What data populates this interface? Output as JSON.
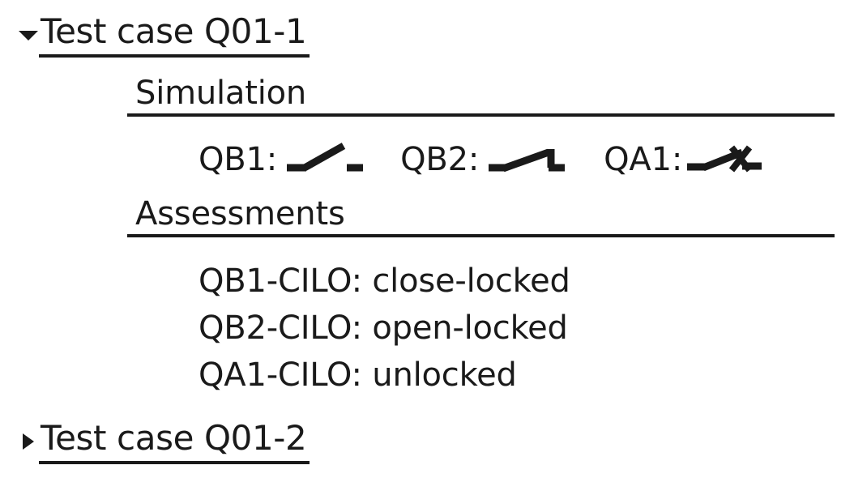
{
  "page": {
    "background_color": "#ffffff",
    "text_color": "#1a1a1a",
    "rule_color": "#1a1a1a"
  },
  "test_cases": [
    {
      "id": "Q01-1",
      "title": "Test case Q01-1",
      "expanded": true,
      "twisty_icon": "triangle-down-icon",
      "sections": [
        {
          "name": "simulation",
          "title": "Simulation",
          "devices": [
            {
              "label": "QB1:",
              "name": "QB1",
              "symbol": "switch-open-icon",
              "state": "open"
            },
            {
              "label": "QB2:",
              "name": "QB2",
              "symbol": "switch-closed-icon",
              "state": "closed"
            },
            {
              "label": "QA1:",
              "name": "QA1",
              "symbol": "circuit-breaker-closed-icon",
              "state": "closed"
            }
          ]
        },
        {
          "name": "assessments",
          "title": "Assessments",
          "results": [
            {
              "label": "QB1-CILO:",
              "value": "close-locked",
              "text": "QB1-CILO: close-locked"
            },
            {
              "label": "QB2-CILO:",
              "value": "open-locked",
              "text": "QB2-CILO: open-locked"
            },
            {
              "label": "QA1-CILO:",
              "value": "unlocked",
              "text": "QA1-CILO: unlocked"
            }
          ]
        }
      ]
    },
    {
      "id": "Q01-2",
      "title": "Test case Q01-2",
      "expanded": false,
      "twisty_icon": "triangle-right-icon",
      "sections": []
    }
  ]
}
